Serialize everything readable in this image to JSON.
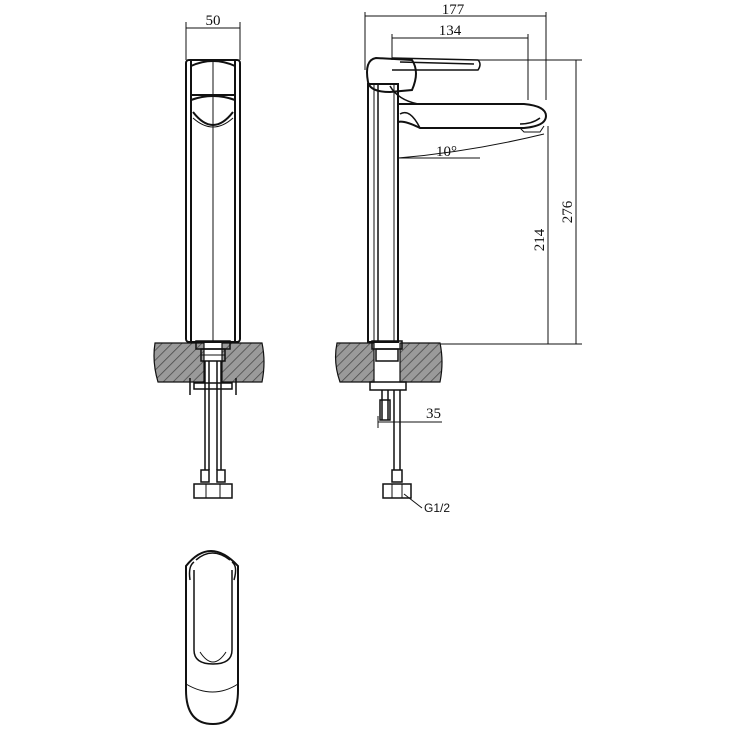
{
  "drawing": {
    "dimensions": {
      "body_width": "50",
      "total_reach": "177",
      "spout_reach": "134",
      "total_height": "276",
      "spout_height": "214",
      "handle_angle": "10°",
      "tail_offset": "35",
      "inlet_thread": "G1/2"
    }
  }
}
